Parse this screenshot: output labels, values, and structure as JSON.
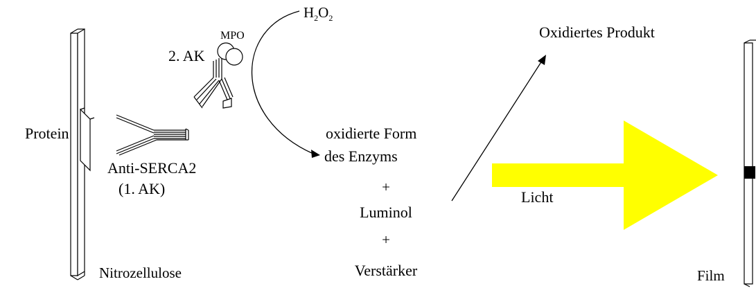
{
  "colors": {
    "ink": "#000000",
    "light_arrow": "#ffff00",
    "band": "#000000"
  },
  "labels": {
    "protein": "Protein",
    "nitrocellulose": "Nitrozellulose",
    "anti_serca2": "Anti-SERCA2",
    "first_ak": "(1. AK)",
    "second_ak": "2. AK",
    "mpo": "MPO",
    "h2o2": {
      "h": "H",
      "sub2a": "2",
      "o": "O",
      "sub2b": "2"
    },
    "oxidized_form_line1": "oxidierte Form",
    "oxidized_form_line2": "des Enzyms",
    "plus1": "+",
    "luminol": "Luminol",
    "plus2": "+",
    "enhancer": "Verstärker",
    "oxidized_product": "Oxidiertes Produkt",
    "light": "Licht",
    "film": "Film"
  }
}
